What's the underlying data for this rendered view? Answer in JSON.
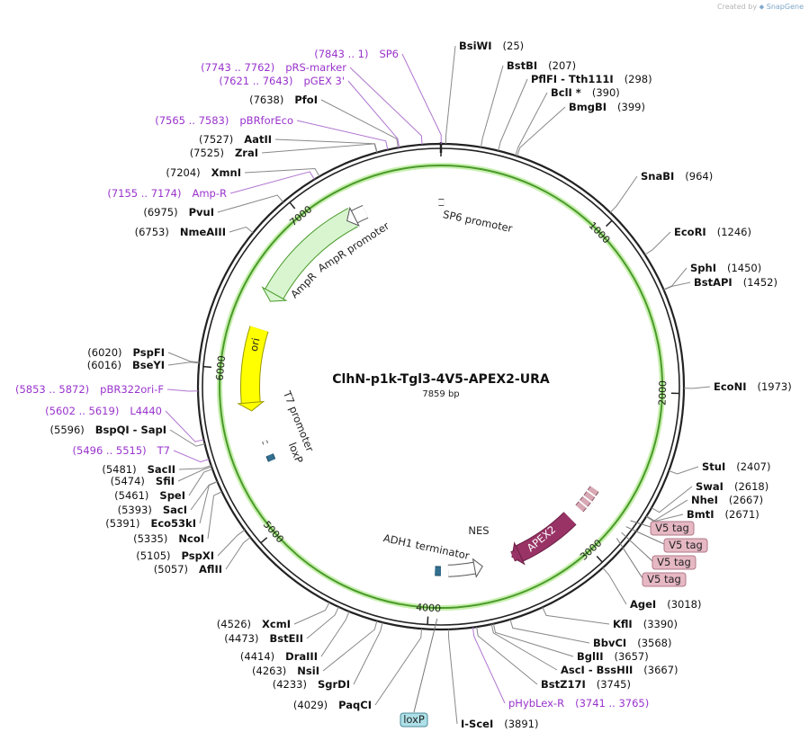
{
  "credit": {
    "prefix": "Created by",
    "brand": "SnapGene"
  },
  "plasmid": {
    "name": "ClhN-p1k-Tgl3-4V5-APEX2-URA",
    "length_label": "7859 bp",
    "length": 7859
  },
  "colors": {
    "backbone": "#222222",
    "feature_purple": "#9933cc",
    "amp_fill": "#d8f5d0",
    "amp_stroke": "#4a9a2a",
    "ori_fill": "#ffff00",
    "orange": "#f0a030",
    "apex_fill": "#993366",
    "v5_fill": "#d9a8b5",
    "loxp_fill": "#336f8f",
    "label_box_v5": "#e6b8c4",
    "label_box_loxp": "#aee0e8"
  },
  "ticks": [
    {
      "pos": 0,
      "label": ""
    },
    {
      "pos": 1000,
      "label": "1000"
    },
    {
      "pos": 2000,
      "label": "2000"
    },
    {
      "pos": 3000,
      "label": "3000"
    },
    {
      "pos": 4000,
      "label": "4000"
    },
    {
      "pos": 5000,
      "label": "5000"
    },
    {
      "pos": 6000,
      "label": "6000"
    },
    {
      "pos": 7000,
      "label": "7000"
    }
  ],
  "site_labels": [
    {
      "name": "BsiWI",
      "coord": "(25)",
      "pos": 25,
      "side": "right"
    },
    {
      "name": "BstBI",
      "coord": "(207)",
      "pos": 207,
      "side": "right"
    },
    {
      "name": "PflFI  -  Tth111I",
      "coord": "(298)",
      "pos": 298,
      "side": "right"
    },
    {
      "name": "BclI *",
      "coord": "(390)",
      "pos": 390,
      "side": "right"
    },
    {
      "name": "BmgBI",
      "coord": "(399)",
      "pos": 399,
      "side": "right"
    },
    {
      "name": "SnaBI",
      "coord": "(964)",
      "pos": 964,
      "side": "right"
    },
    {
      "name": "EcoRI",
      "coord": "(1246)",
      "pos": 1246,
      "side": "right"
    },
    {
      "name": "SphI",
      "coord": "(1450)",
      "pos": 1450,
      "side": "right"
    },
    {
      "name": "BstAPI",
      "coord": "(1452)",
      "pos": 1452,
      "side": "right"
    },
    {
      "name": "EcoNI",
      "coord": "(1973)",
      "pos": 1973,
      "side": "right"
    },
    {
      "name": "StuI",
      "coord": "(2407)",
      "pos": 2407,
      "side": "right"
    },
    {
      "name": "SwaI",
      "coord": "(2618)",
      "pos": 2618,
      "side": "right"
    },
    {
      "name": "NheI",
      "coord": "(2667)",
      "pos": 2667,
      "side": "right"
    },
    {
      "name": "BmtI",
      "coord": "(2671)",
      "pos": 2671,
      "side": "right"
    },
    {
      "name": "AgeI",
      "coord": "(3018)",
      "pos": 3018,
      "side": "right"
    },
    {
      "name": "KflI",
      "coord": "(3390)",
      "pos": 3390,
      "side": "right"
    },
    {
      "name": "BbvCI",
      "coord": "(3568)",
      "pos": 3568,
      "side": "right"
    },
    {
      "name": "BglII",
      "coord": "(3657)",
      "pos": 3657,
      "side": "right"
    },
    {
      "name": "AscI  -  BssHII",
      "coord": "(3667)",
      "pos": 3667,
      "side": "right"
    },
    {
      "name": "BstZ17I",
      "coord": "(3745)",
      "pos": 3745,
      "side": "right"
    },
    {
      "name": "I-SceI",
      "coord": "(3891)",
      "pos": 3891,
      "side": "right"
    },
    {
      "name": "PaqCI",
      "coord": "(4029)",
      "pos": 4029,
      "side": "left"
    },
    {
      "name": "SgrDI",
      "coord": "(4233)",
      "pos": 4233,
      "side": "left"
    },
    {
      "name": "NsiI",
      "coord": "(4263)",
      "pos": 4263,
      "side": "left"
    },
    {
      "name": "DraIII",
      "coord": "(4414)",
      "pos": 4414,
      "side": "left"
    },
    {
      "name": "BstEII",
      "coord": "(4473)",
      "pos": 4473,
      "side": "left"
    },
    {
      "name": "XcmI",
      "coord": "(4526)",
      "pos": 4526,
      "side": "left"
    },
    {
      "name": "AflII",
      "coord": "(5057)",
      "pos": 5057,
      "side": "left"
    },
    {
      "name": "PspXI",
      "coord": "(5105)",
      "pos": 5105,
      "side": "left"
    },
    {
      "name": "NcoI",
      "coord": "(5335)",
      "pos": 5335,
      "side": "left"
    },
    {
      "name": "Eco53kI",
      "coord": "(5391)",
      "pos": 5391,
      "side": "left"
    },
    {
      "name": "SacI",
      "coord": "(5393)",
      "pos": 5393,
      "side": "left"
    },
    {
      "name": "SpeI",
      "coord": "(5461)",
      "pos": 5461,
      "side": "left"
    },
    {
      "name": "SfiI",
      "coord": "(5474)",
      "pos": 5474,
      "side": "left"
    },
    {
      "name": "SacII",
      "coord": "(5481)",
      "pos": 5481,
      "side": "left"
    },
    {
      "name": "BspQI  -  SapI",
      "coord": "(5596)",
      "pos": 5596,
      "side": "left"
    },
    {
      "name": "BseYI",
      "coord": "(6016)",
      "pos": 6016,
      "side": "left"
    },
    {
      "name": "PspFI",
      "coord": "(6020)",
      "pos": 6020,
      "side": "left"
    },
    {
      "name": "NmeAIII",
      "coord": "(6753)",
      "pos": 6753,
      "side": "left"
    },
    {
      "name": "PvuI",
      "coord": "(6975)",
      "pos": 6975,
      "side": "left"
    },
    {
      "name": "XmnI",
      "coord": "(7204)",
      "pos": 7204,
      "side": "left"
    },
    {
      "name": "ZraI",
      "coord": "(7525)",
      "pos": 7525,
      "side": "left"
    },
    {
      "name": "AatII",
      "coord": "(7527)",
      "pos": 7527,
      "side": "left"
    },
    {
      "name": "PfoI",
      "coord": "(7638)",
      "pos": 7638,
      "side": "left"
    }
  ],
  "primer_labels": [
    {
      "name": "SP6",
      "coord": "(7843 .. 1)",
      "start": 7843,
      "end": 1
    },
    {
      "name": "pRS-marker",
      "coord": "(7743 .. 7762)",
      "start": 7743,
      "end": 7762
    },
    {
      "name": "pGEX 3'",
      "coord": "(7621 .. 7643)",
      "start": 7621,
      "end": 7643
    },
    {
      "name": "pBRforEco",
      "coord": "(7565 .. 7583)",
      "start": 7565,
      "end": 7583
    },
    {
      "name": "Amp-R",
      "coord": "(7155 .. 7174)",
      "start": 7155,
      "end": 7174
    },
    {
      "name": "pBR322ori-F",
      "coord": "(5853 .. 5872)",
      "start": 5853,
      "end": 5872
    },
    {
      "name": "L4440",
      "coord": "(5602 .. 5619)",
      "start": 5602,
      "end": 5619
    },
    {
      "name": "T7",
      "coord": "(5496 .. 5515)",
      "start": 5496,
      "end": 5515
    },
    {
      "name": "pHybLex-R",
      "coord": "(3741 .. 3765)",
      "start": 3741,
      "end": 3765
    }
  ],
  "boxed_labels": [
    {
      "name": "V5 tag",
      "pos": 2735
    },
    {
      "name": "V5 tag",
      "pos": 2775
    },
    {
      "name": "V5 tag",
      "pos": 2815
    },
    {
      "name": "V5 tag",
      "pos": 2855
    },
    {
      "name": "loxP",
      "pos": 3950
    }
  ],
  "features": [
    {
      "name": "SP6 promoter",
      "start": 7843,
      "end": 1,
      "kind": "promoter"
    },
    {
      "name": "AmpR promoter",
      "start": 7250,
      "end": 7355,
      "kind": "promoter"
    },
    {
      "name": "AmpR",
      "start": 6390,
      "end": 7250,
      "kind": "cds"
    },
    {
      "name": "ori",
      "start": 5750,
      "end": 6340,
      "kind": "ori"
    },
    {
      "name": "T7 promoter",
      "start": 5496,
      "end": 5515,
      "kind": "promoter"
    },
    {
      "name": "loxP",
      "start": 5380,
      "end": 5420,
      "kind": "loxp"
    },
    {
      "name": "APEX2",
      "start": 2900,
      "end": 3380,
      "kind": "cds"
    },
    {
      "name": "NES",
      "start": 3380,
      "end": 3420,
      "kind": "small"
    },
    {
      "name": "ADH1 terminator",
      "start": 3700,
      "end": 3900,
      "kind": "terminator"
    },
    {
      "name": "loxP",
      "start": 3935,
      "end": 3970,
      "kind": "loxp"
    }
  ]
}
